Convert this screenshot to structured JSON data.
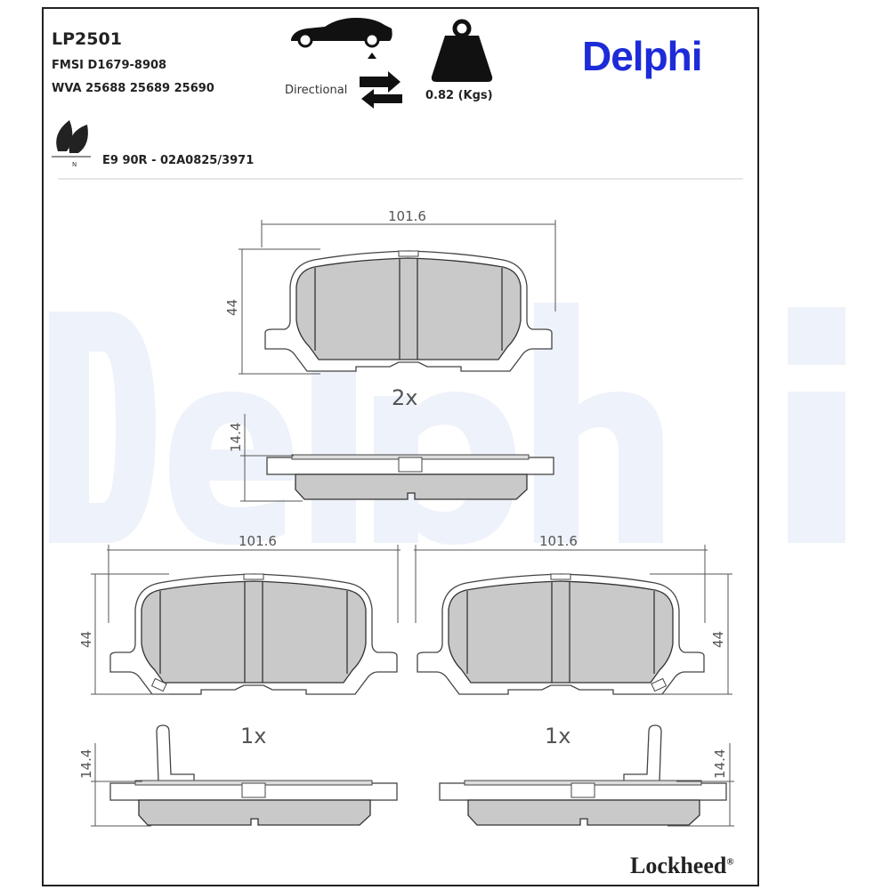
{
  "header": {
    "part_number": "LP2501",
    "fmsi": "FMSI D1679-8908",
    "wva": "WVA 25688 25689 25690",
    "directional_label": "Directional",
    "weight": "0.82 (Kgs)",
    "ece_approval": "E9 90R - 02A0825/3971",
    "eco_mark_letter": "N"
  },
  "brand": {
    "logo": "Delphi",
    "watermark": "Delphi",
    "footer_logo": "Lockheed",
    "footer_mark": "®",
    "color": "#1d2bd8"
  },
  "drawing": {
    "top": {
      "width": "101.6",
      "height": "44",
      "thickness": "14.4",
      "quantity": "2x"
    },
    "bottom_left": {
      "width": "101.6",
      "height": "44",
      "thickness": "14.4",
      "quantity": "1x"
    },
    "bottom_right": {
      "width": "101.6",
      "height": "44",
      "thickness": "14.4",
      "quantity": "1x"
    }
  }
}
